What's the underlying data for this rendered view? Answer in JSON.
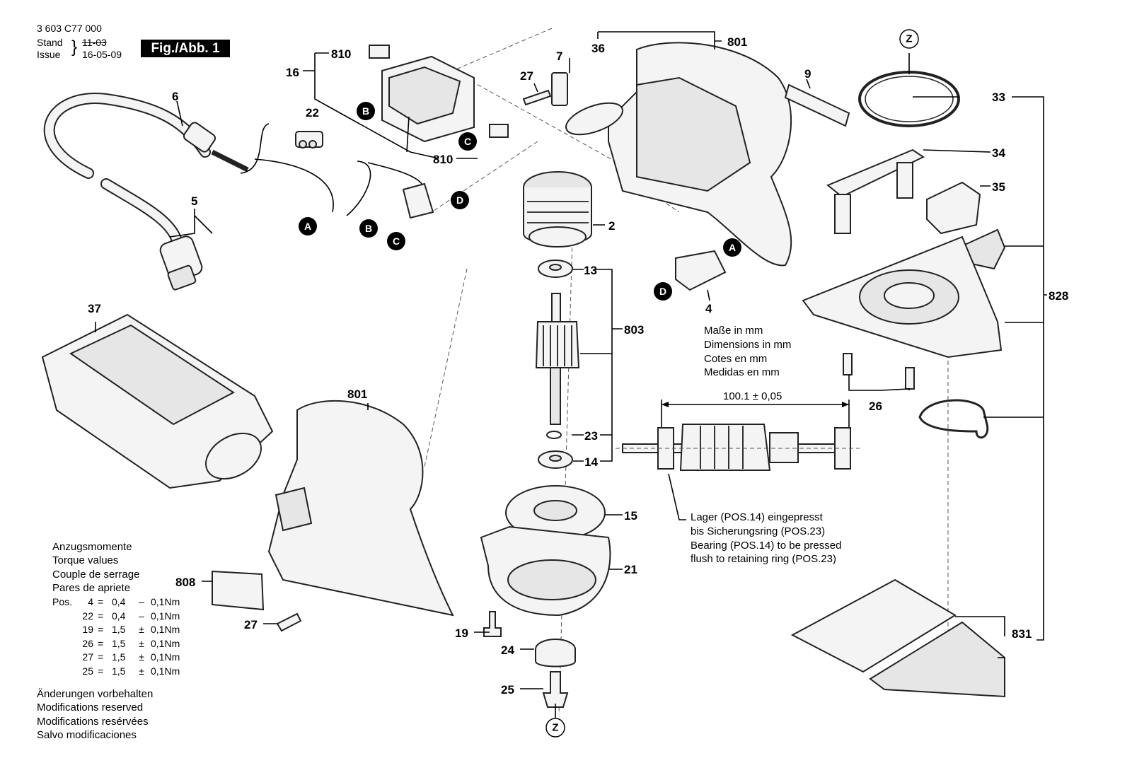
{
  "header": {
    "part_number": "3 603 C77 000",
    "stand_label": "Stand",
    "issue_label": "Issue",
    "stand_value": "11-03",
    "issue_value": "16-05-09",
    "figure_label": "Fig./Abb. 1"
  },
  "part_labels": [
    "801",
    "36",
    "7",
    "27",
    "9",
    "810",
    "16",
    "22",
    "6",
    "5",
    "2",
    "13",
    "803",
    "23",
    "14",
    "15",
    "21",
    "19",
    "24",
    "25",
    "4",
    "33",
    "34",
    "35",
    "828",
    "26",
    "831",
    "37",
    "801",
    "808",
    "27",
    "810"
  ],
  "callout_letters": [
    "A",
    "B",
    "B",
    "C",
    "C",
    "D",
    "A",
    "D"
  ],
  "z_markers": [
    "Z",
    "Z"
  ],
  "dimensions_note": [
    "Maße in mm",
    "Dimensions in mm",
    "Cotes en mm",
    "Medidas en mm"
  ],
  "dimension_value": "100.1 ± 0,05",
  "bearing_note": [
    "Lager (POS.14) eingepresst",
    "bis Sicherungsring (POS.23)",
    "Bearing (POS.14) to be pressed",
    "flush to retaining ring (POS.23)"
  ],
  "torque": {
    "titles": [
      "Anzugsmomente",
      "Torque values",
      "Couple de serrage",
      "Pares de apriete"
    ],
    "rows": [
      {
        "prefix": "Pos.",
        "pos": "4",
        "value": "0,4",
        "sign": "–",
        "tol": "0,1Nm"
      },
      {
        "prefix": "",
        "pos": "22",
        "value": "0,4",
        "sign": "–",
        "tol": "0,1Nm"
      },
      {
        "prefix": "",
        "pos": "19",
        "value": "1,5",
        "sign": "±",
        "tol": "0,1Nm"
      },
      {
        "prefix": "",
        "pos": "26",
        "value": "1,5",
        "sign": "±",
        "tol": "0,1Nm"
      },
      {
        "prefix": "",
        "pos": "27",
        "value": "1,5",
        "sign": "±",
        "tol": "0,1Nm"
      },
      {
        "prefix": "",
        "pos": "25",
        "value": "1,5",
        "sign": "±",
        "tol": "0,1Nm"
      }
    ]
  },
  "modifications": [
    "Änderungen vorbehalten",
    "Modifications reserved",
    "Modifications resérvées",
    "Salvo modificaciones"
  ]
}
